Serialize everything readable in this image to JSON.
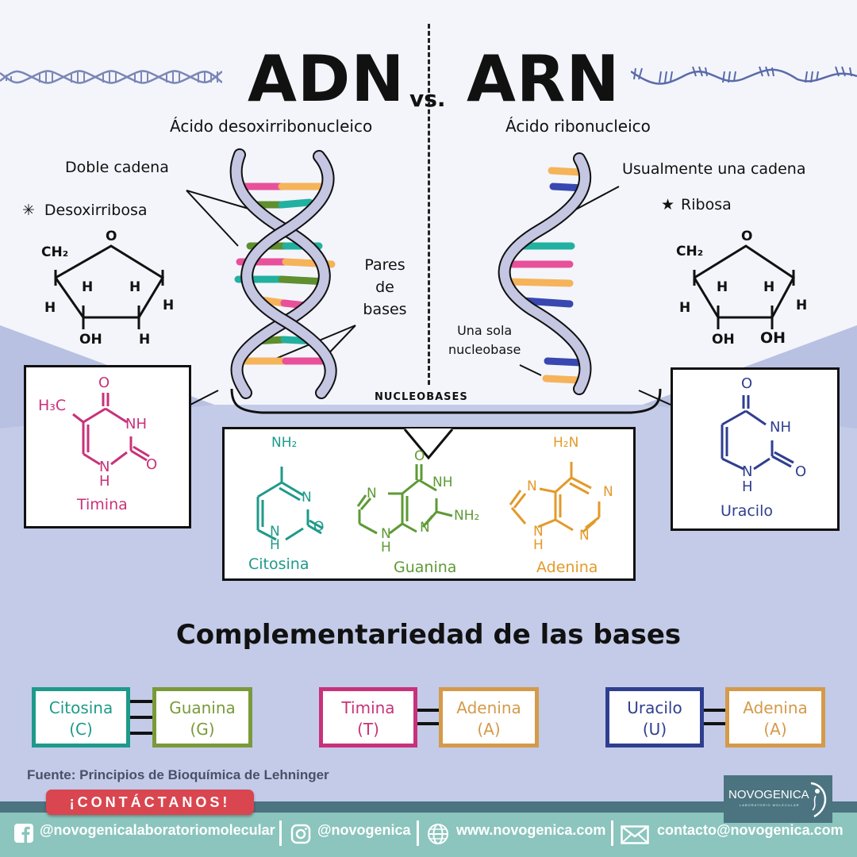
{
  "header": {
    "title_left": "ADN",
    "vs": "vs.",
    "title_right": "ARN",
    "subtitle_left": "Ácido desoxirribonucleico",
    "subtitle_right": "Ácido ribonucleico"
  },
  "dna": {
    "label_chain": "Doble cadena",
    "label_pairs_line1": "Pares",
    "label_pairs_line2": "de",
    "label_pairs_line3": "bases",
    "sugar_marker": "✳",
    "sugar_name": "Desoxirribosa",
    "sugar_atoms": {
      "o": "O",
      "ch2": "CH₂",
      "h1": "H",
      "h2": "H",
      "h3": "H",
      "h4": "H",
      "bottom_left": "OH",
      "bottom_right": "H"
    }
  },
  "rna": {
    "label_chain": "Usualmente una cadena",
    "label_single_line1": "Una sola",
    "label_single_line2": "nucleobase",
    "sugar_marker": "★",
    "sugar_name": "Ribosa",
    "sugar_atoms": {
      "o": "O",
      "ch2": "CH₂",
      "h1": "H",
      "h2": "H",
      "h3": "H",
      "h4": "H",
      "bottom_left": "OH",
      "bottom_right": "OH"
    }
  },
  "nucleobases": {
    "heading": "NUCLEOBASES",
    "thymine": {
      "name": "Timina",
      "color": "#c8327a",
      "ch3": "H₃C",
      "o_top": "O",
      "nh": "NH",
      "o_right": "O",
      "n": "N",
      "h": "H"
    },
    "uracil": {
      "name": "Uracilo",
      "color": "#2f3f8f",
      "o_top": "O",
      "nh": "NH",
      "o_right": "O",
      "n": "N",
      "h": "H"
    },
    "cytosine": {
      "name": "Citosina",
      "color": "#1e9a8a",
      "nh2": "NH₂",
      "n": "N",
      "o": "O",
      "nb": "N",
      "h": "H"
    },
    "guanine": {
      "name": "Guanina",
      "color": "#5e9a35",
      "o": "O",
      "nh": "NH",
      "nh2": "NH₂",
      "n1": "N",
      "n2": "N",
      "n3": "N",
      "h": "H"
    },
    "adenine": {
      "name": "Adenina",
      "color": "#e39a2a",
      "h2n": "H₂N",
      "n1": "N",
      "n2": "N",
      "n3": "N",
      "n4": "N",
      "h": "H"
    }
  },
  "complementarity": {
    "heading": "Complementariedad de las bases",
    "pairs": [
      {
        "left": {
          "name": "Citosina",
          "abbr": "(C)",
          "color": "#1e9a8a"
        },
        "right": {
          "name": "Guanina",
          "abbr": "(G)",
          "color": "#7a9a3a"
        },
        "bonds": 3
      },
      {
        "left": {
          "name": "Timina",
          "abbr": "(T)",
          "color": "#c8327a"
        },
        "right": {
          "name": "Adenina",
          "abbr": "(A)",
          "color": "#d49a4a"
        },
        "bonds": 2
      },
      {
        "left": {
          "name": "Uracilo",
          "abbr": "(U)",
          "color": "#2f3f8f"
        },
        "right": {
          "name": "Adenina",
          "abbr": "(A)",
          "color": "#d49a4a"
        },
        "bonds": 2
      }
    ]
  },
  "source": "Fuente: Principios de Bioquímica de Lehninger",
  "footer": {
    "cta": "¡CONTÁCTANOS!",
    "facebook": "@novogenicalaboratoriomolecular",
    "instagram": "@novogenica",
    "website": "www.novogenica.com",
    "email": "contacto@novogenica.com",
    "brand": "NOVOGENICA",
    "brand_tagline": "LABORATORIO MOLECULAR"
  },
  "colors": {
    "background_light": "#f3f5fb",
    "background_band": "#c3cbe8",
    "strand": "#c5c6e2",
    "pink": "#e8509a",
    "orange": "#f5b35a",
    "green": "#5f8f2e",
    "teal": "#22b0a0",
    "blue": "#3848b0",
    "footer_teal": "#8bc5bd",
    "footer_dark": "#4c7380",
    "cta_red": "#d9464f"
  }
}
